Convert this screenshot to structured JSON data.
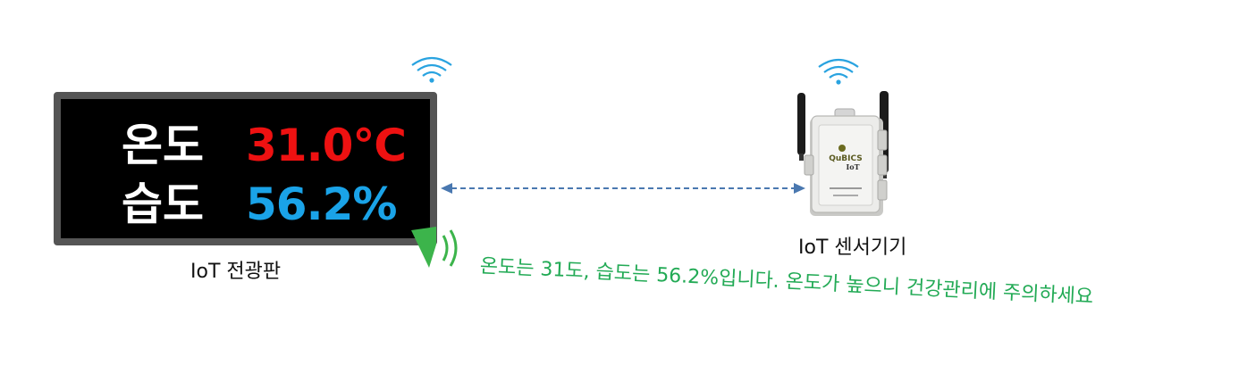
{
  "board": {
    "row1_label": "온도",
    "row1_value": "31.0℃",
    "row2_label": "습도",
    "row2_value": "56.2%",
    "caption": "IoT 전광판"
  },
  "sensor": {
    "logo_text": "QuBICS",
    "logo_sub": "IoT",
    "caption": "IoT 센서기기"
  },
  "announcement": "온도는 31도, 습도는 56.2%입니다. 온도가 높으니 건강관리에 주의하세요",
  "colors": {
    "temperature": "#ee1111",
    "humidity": "#1aa3e8",
    "speech": "#22aa55",
    "wifi": "#29a3e0",
    "link": "#4a78b0"
  },
  "icons": {
    "wifi": "wifi-icon",
    "speaker": "speaker-icon",
    "link": "bidirectional-arrow-icon"
  }
}
